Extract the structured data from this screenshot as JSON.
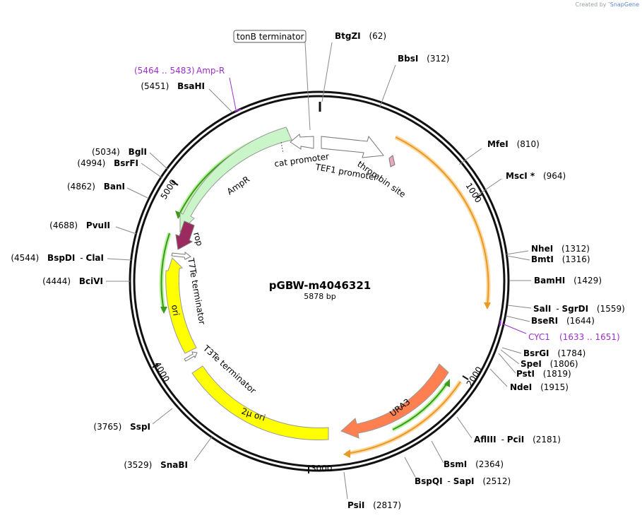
{
  "credit": {
    "prefix": "Created by",
    "brand": "SnapGene"
  },
  "plasmid": {
    "name": "pGBW-m4046321",
    "length": "5878 bp"
  },
  "ticks": [
    "1000",
    "2000",
    "3000",
    "4000",
    "5000"
  ],
  "sites": [
    {
      "name": "BtgZI",
      "pos": "(62)"
    },
    {
      "name": "BbsI",
      "pos": "(312)"
    },
    {
      "name": "MfeI",
      "pos": "(810)"
    },
    {
      "name": "MscI *",
      "pos": "(964)"
    },
    {
      "name": "NheI",
      "pos": "(1312)"
    },
    {
      "name": "BmtI",
      "pos": "(1316)"
    },
    {
      "name": "BamHI",
      "pos": "(1429)"
    },
    {
      "name": "SalI",
      "name2": "SgrDI",
      "pos": "(1559)"
    },
    {
      "name": "BseRI",
      "pos": "(1644)"
    },
    {
      "name": "BsrGI",
      "pos": "(1784)"
    },
    {
      "name": "SpeI",
      "pos": "(1806)"
    },
    {
      "name": "PstI",
      "pos": "(1819)"
    },
    {
      "name": "NdeI",
      "pos": "(1915)"
    },
    {
      "name": "AflIII",
      "name2": "PciI",
      "pos": "(2181)"
    },
    {
      "name": "BsmI",
      "pos": "(2364)"
    },
    {
      "name": "BspQI",
      "name2": "SapI",
      "pos": "(2512)"
    },
    {
      "name": "PsiI",
      "pos": "(2817)"
    },
    {
      "name": "SnaBI",
      "pos": "(3529)"
    },
    {
      "name": "SspI",
      "pos": "(3765)"
    },
    {
      "name": "BciVI",
      "pos": "(4444)"
    },
    {
      "name": "BspDI",
      "name2": "ClaI",
      "pos": "(4544)"
    },
    {
      "name": "PvuII",
      "pos": "(4688)"
    },
    {
      "name": "BanI",
      "pos": "(4862)"
    },
    {
      "name": "BsrFI",
      "pos": "(4994)"
    },
    {
      "name": "BglI",
      "pos": "(5034)"
    },
    {
      "name": "BsaHI",
      "pos": "(5451)"
    }
  ],
  "external_features": [
    {
      "name": "Amp-R",
      "range": "(5464 .. 5483)"
    },
    {
      "name": "CYC1",
      "range": "(1633 .. 1651)"
    }
  ],
  "boxed_feature": "tonB terminator",
  "features": [
    "cat promoter",
    "TEF1 promoter",
    "thrombin site",
    "AmpR",
    "rop",
    "T7Te terminator",
    "ori",
    "T3Te terminator",
    "2μ ori",
    "URA3"
  ],
  "colors": {
    "feature_ext": "#9b30c9",
    "ampr": "#c9f5c9",
    "rop": "#9b2a5e",
    "ori": "#ffff00",
    "ura3": "#ff7f50",
    "primer_green": "#3c9a1d",
    "primer_orange": "#e69a28"
  }
}
